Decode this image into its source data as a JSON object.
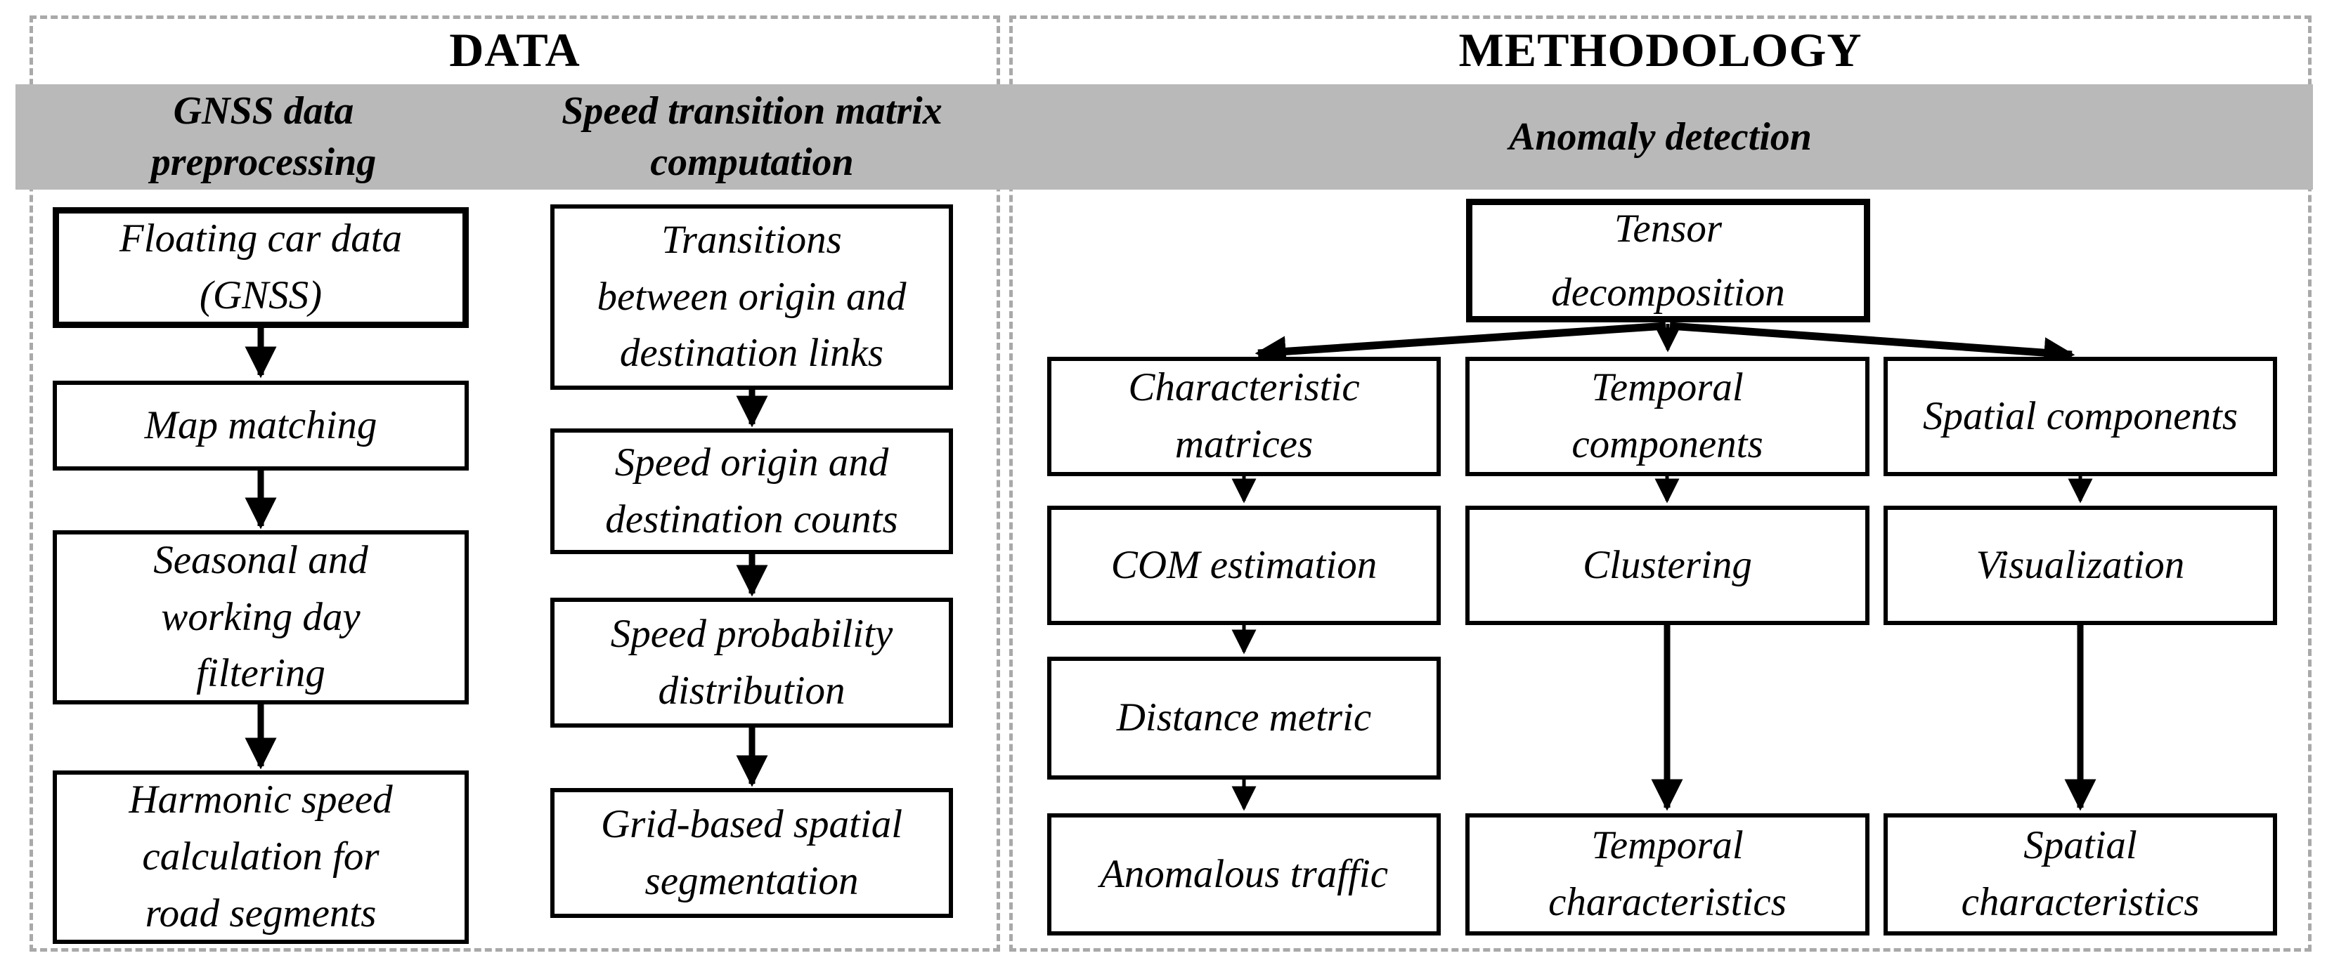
{
  "figure": {
    "colors": {
      "background": "#ffffff",
      "band_fill": "#b9b9b9",
      "panel_dash_border": "#a9a9a9",
      "box_border": "#000000",
      "text": "#000000"
    },
    "panels": {
      "data": {
        "title": "DATA",
        "columns": [
          {
            "header": "GNSS data\npreprocessing",
            "boxes": [
              "Floating car data\n(GNSS)",
              "Map matching",
              "Seasonal and\nworking day\nfiltering",
              "Harmonic speed\ncalculation for\nroad segments"
            ]
          },
          {
            "header": "Speed transition matrix\ncomputation",
            "boxes": [
              "Transitions\nbetween origin and\ndestination links",
              "Speed origin and\ndestination counts",
              "Speed probability\ndistribution",
              "Grid-based spatial\nsegmentation"
            ]
          }
        ]
      },
      "methodology": {
        "title": "METHODOLOGY",
        "header": "Anomaly detection",
        "root_box": "Tensor\ndecomposition",
        "columns": [
          {
            "boxes": [
              "Characteristic\nmatrices",
              "COM estimation",
              "Distance metric",
              "Anomalous traffic"
            ]
          },
          {
            "boxes": [
              "Temporal\ncomponents",
              "Clustering",
              "Temporal\ncharacteristics"
            ]
          },
          {
            "boxes": [
              "Spatial components",
              "Visualization",
              "Spatial\ncharacteristics"
            ]
          }
        ]
      }
    }
  }
}
